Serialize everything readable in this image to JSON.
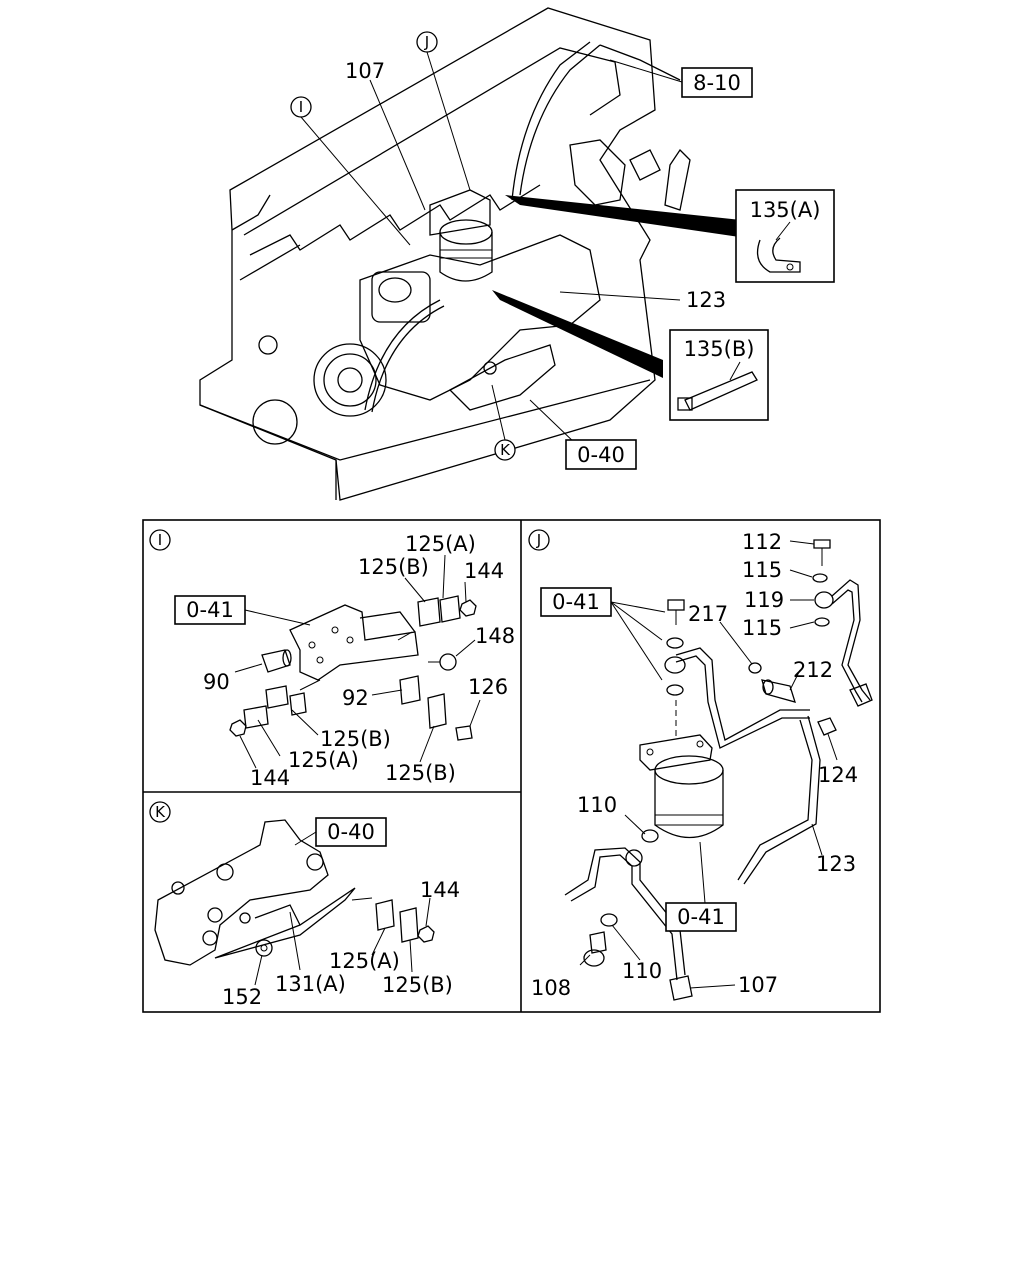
{
  "main": {
    "callouts": {
      "ref_810": "8-10",
      "ref_040": "0-40",
      "p107": "107",
      "p123": "123",
      "p135a": "135(A)",
      "p135b": "135(B)",
      "view_i": "I",
      "view_j": "J",
      "view_k": "K"
    }
  },
  "panel_i": {
    "title": "I",
    "labels": {
      "ref_041": "0-41",
      "p125a_top": "125(A)",
      "p125b_top": "125(B)",
      "p144_top": "144",
      "p148": "148",
      "p90": "90",
      "p92": "92",
      "p126": "126",
      "p125b_mid": "125(B)",
      "p125a_mid": "125(A)",
      "p144_bot": "144",
      "p125b_bot": "125(B)"
    }
  },
  "panel_j": {
    "title": "J",
    "labels": {
      "p112": "112",
      "p115_top": "115",
      "p119": "119",
      "ref_041_top": "0-41",
      "p217": "217",
      "p115_mid": "115",
      "p212": "212",
      "p124": "124",
      "p110_top": "110",
      "p123": "123",
      "ref_041_bot": "0-41",
      "p108": "108",
      "p110_bot": "110",
      "p107": "107"
    }
  },
  "panel_k": {
    "title": "K",
    "labels": {
      "ref_040": "0-40",
      "p144": "144",
      "p125a": "125(A)",
      "p125b": "125(B)",
      "p152": "152",
      "p131a": "131(A)"
    }
  }
}
